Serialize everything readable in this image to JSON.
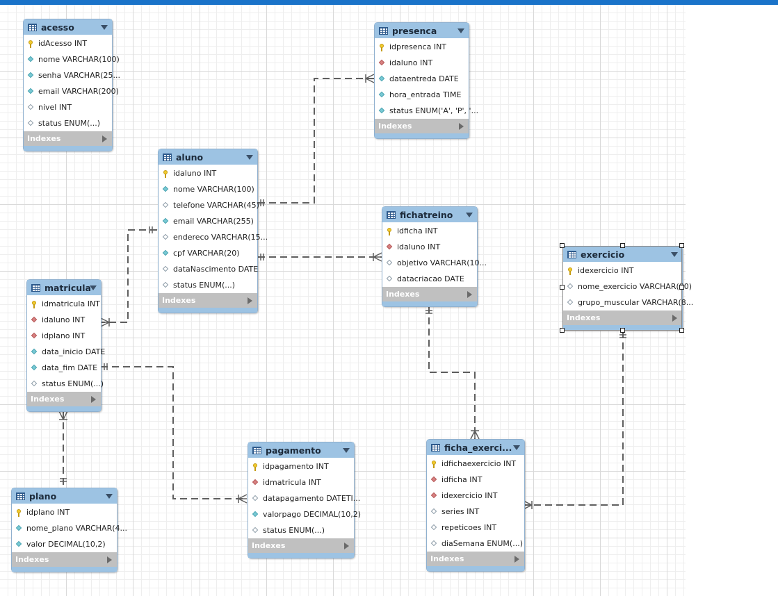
{
  "colors": {
    "table_header": "#9dc3e3",
    "indexes_bar": "#c0c0c0",
    "relation_line": "#5f5f5f",
    "top_bar": "#1a73c9"
  },
  "tables": {
    "acesso": {
      "name": "acesso",
      "indexes": "Indexes",
      "columns": [
        {
          "text": "idAcesso INT",
          "icon": "primary-key-icon"
        },
        {
          "text": "nome VARCHAR(100)",
          "icon": "not-null-column-icon"
        },
        {
          "text": "senha VARCHAR(25...",
          "icon": "not-null-column-icon"
        },
        {
          "text": "email VARCHAR(200)",
          "icon": "not-null-column-icon"
        },
        {
          "text": "nivel INT",
          "icon": "nullable-column-icon"
        },
        {
          "text": "status ENUM(...)",
          "icon": "nullable-column-icon"
        }
      ]
    },
    "presenca": {
      "name": "presenca",
      "indexes": "Indexes",
      "columns": [
        {
          "text": "idpresenca INT",
          "icon": "primary-key-icon"
        },
        {
          "text": "idaluno INT",
          "icon": "foreign-key-icon"
        },
        {
          "text": "dataentreda DATE",
          "icon": "not-null-column-icon"
        },
        {
          "text": "hora_entrada TIME",
          "icon": "not-null-column-icon"
        },
        {
          "text": "status ENUM('A', 'P', '...",
          "icon": "not-null-column-icon"
        }
      ]
    },
    "aluno": {
      "name": "aluno",
      "indexes": "Indexes",
      "columns": [
        {
          "text": "idaluno INT",
          "icon": "primary-key-icon"
        },
        {
          "text": "nome VARCHAR(100)",
          "icon": "not-null-column-icon"
        },
        {
          "text": "telefone VARCHAR(45)",
          "icon": "nullable-column-icon"
        },
        {
          "text": "email VARCHAR(255)",
          "icon": "not-null-column-icon"
        },
        {
          "text": "endereco VARCHAR(15...",
          "icon": "nullable-column-icon"
        },
        {
          "text": "cpf VARCHAR(20)",
          "icon": "not-null-column-icon"
        },
        {
          "text": "dataNascimento DATE",
          "icon": "nullable-column-icon"
        },
        {
          "text": "status ENUM(...)",
          "icon": "nullable-column-icon"
        }
      ]
    },
    "fichatreino": {
      "name": "fichatreino",
      "indexes": "Indexes",
      "columns": [
        {
          "text": "idficha INT",
          "icon": "primary-key-icon"
        },
        {
          "text": "idaluno INT",
          "icon": "foreign-key-icon"
        },
        {
          "text": "objetivo VARCHAR(10...",
          "icon": "nullable-column-icon"
        },
        {
          "text": "datacriacao DATE",
          "icon": "nullable-column-icon"
        }
      ]
    },
    "exercicio": {
      "name": "exercicio",
      "indexes": "Indexes",
      "columns": [
        {
          "text": "idexercicio INT",
          "icon": "primary-key-icon"
        },
        {
          "text": "nome_exercicio VARCHAR(80)",
          "icon": "nullable-column-icon"
        },
        {
          "text": "grupo_muscular VARCHAR(8...",
          "icon": "nullable-column-icon"
        }
      ]
    },
    "matricula": {
      "name": "matricula",
      "indexes": "Indexes",
      "columns": [
        {
          "text": "idmatricula INT",
          "icon": "primary-key-icon"
        },
        {
          "text": "idaluno INT",
          "icon": "foreign-key-icon"
        },
        {
          "text": "idplano INT",
          "icon": "foreign-key-icon"
        },
        {
          "text": "data_inicio DATE",
          "icon": "not-null-column-icon"
        },
        {
          "text": "data_fim DATE",
          "icon": "not-null-column-icon"
        },
        {
          "text": "status ENUM(...)",
          "icon": "nullable-column-icon"
        }
      ]
    },
    "plano": {
      "name": "plano",
      "indexes": "Indexes",
      "columns": [
        {
          "text": "idplano INT",
          "icon": "primary-key-icon"
        },
        {
          "text": "nome_plano VARCHAR(4...",
          "icon": "not-null-column-icon"
        },
        {
          "text": "valor DECIMAL(10,2)",
          "icon": "not-null-column-icon"
        }
      ]
    },
    "pagamento": {
      "name": "pagamento",
      "indexes": "Indexes",
      "columns": [
        {
          "text": "idpagamento INT",
          "icon": "primary-key-icon"
        },
        {
          "text": "idmatricula INT",
          "icon": "foreign-key-icon"
        },
        {
          "text": "datapagamento DATETI...",
          "icon": "nullable-column-icon"
        },
        {
          "text": "valorpago DECIMAL(10,2)",
          "icon": "not-null-column-icon"
        },
        {
          "text": "status ENUM(...)",
          "icon": "nullable-column-icon"
        }
      ]
    },
    "ficha_exercicio": {
      "name": "ficha_exerci...",
      "indexes": "Indexes",
      "columns": [
        {
          "text": "idfichaexercicio INT",
          "icon": "primary-key-icon"
        },
        {
          "text": "idficha INT",
          "icon": "foreign-key-icon"
        },
        {
          "text": "idexercicio INT",
          "icon": "foreign-key-icon"
        },
        {
          "text": "series INT",
          "icon": "nullable-column-icon"
        },
        {
          "text": "repeticoes INT",
          "icon": "nullable-column-icon"
        },
        {
          "text": "diaSemana ENUM(...)",
          "icon": "nullable-column-icon"
        }
      ]
    }
  },
  "selected_table": "exercicio"
}
